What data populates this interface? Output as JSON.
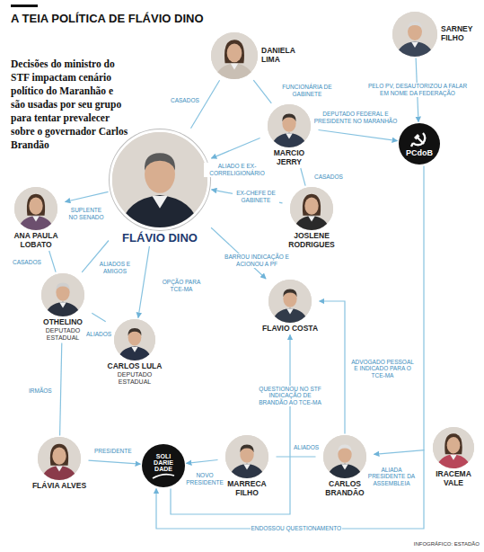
{
  "diagram": {
    "title": "A TEIA POLÍTICA DE FLÁVIO DINO",
    "caption": "Decisões do ministro do STF impactam cenário político do Maranhão e são usadas por seu grupo para tentar prevalecer sobre o governador Carlos Brandão",
    "nodes": [
      {
        "text": [
          "SARNEY FILHO"
        ]
      },
      {
        "text": [
          "DANIELA LIMA"
        ]
      },
      {
        "text": [
          "MARCIO JERRY"
        ]
      },
      {
        "text": [
          "PCdoB"
        ]
      },
      {
        "text": [
          "FLÁVIO DINO"
        ]
      },
      {
        "text": [
          "JOSLENE RODRIGUES"
        ]
      },
      {
        "text": [
          "ANA PAULA LOBATO"
        ]
      },
      {
        "text": [
          "OTHELINO",
          "DEPUTADO ESTADUAL"
        ]
      },
      {
        "text": [
          "CARLOS LULA",
          "DEPUTADO ESTADUAL"
        ]
      },
      {
        "text": [
          "FLAVIO COSTA"
        ]
      },
      {
        "text": [
          "FLÁVIA ALVES"
        ]
      },
      {
        "text": [
          "SOLI DARIE DADE"
        ]
      },
      {
        "text": [
          "MARRECA FILHO"
        ]
      },
      {
        "text": [
          "CARLOS BRANDÃO"
        ]
      },
      {
        "text": [
          "IRACEMA VALE"
        ]
      }
    ],
    "edges": [
      {
        "from": 0,
        "to": 3,
        "label": "PELO PV, DESAUTORIZOU A FALAR EM NOME DA FEDERAÇÃO",
        "arrow": "to"
      },
      {
        "from": 1,
        "to": 4,
        "label": "CASADOS",
        "arrow": "none"
      },
      {
        "from": 1,
        "to": 2,
        "label": "FUNCIONÁRIA DE GABINETE",
        "arrow": "none"
      },
      {
        "from": 2,
        "to": 4,
        "label": "ALIADO E EX-CORRELIGIONÁRIO",
        "arrow": "to"
      },
      {
        "from": 2,
        "to": 3,
        "label": "DEPUTADO FEDERAL E PRESIDENTE NO MARANHÃO",
        "arrow": "to"
      },
      {
        "from": 2,
        "to": 5,
        "label": "CASADOS",
        "arrow": "none"
      },
      {
        "from": 5,
        "to": 4,
        "label": "EX-CHEFE DE GABINETE",
        "arrow": "to"
      },
      {
        "from": 4,
        "to": 6,
        "label": "SUPLENTE NO SENADO",
        "arrow": "to"
      },
      {
        "from": 6,
        "to": 7,
        "label": "CASADOS",
        "arrow": "none"
      },
      {
        "from": 4,
        "to": 7,
        "label": "ALIADOS E AMIGOS",
        "arrow": "none"
      },
      {
        "from": 7,
        "to": 8,
        "label": "ALIADOS",
        "arrow": "none"
      },
      {
        "from": 4,
        "to": 8,
        "label": "OPÇÃO PARA TCE-MA",
        "arrow": "to"
      },
      {
        "from": 4,
        "to": 9,
        "label": "BARROU INDICAÇÃO E ACIONOU A PF",
        "arrow": "to"
      },
      {
        "from": 7,
        "to": 10,
        "label": "IRMÃOS",
        "arrow": "none"
      },
      {
        "from": 10,
        "to": 11,
        "label": "PRESIDENTE",
        "arrow": "to"
      },
      {
        "from": 12,
        "to": 11,
        "label": "NOVO PRESIDENTE",
        "arrow": "to"
      },
      {
        "from": 12,
        "to": 13,
        "label": "ALIADOS",
        "arrow": "none"
      },
      {
        "from": 11,
        "to": 9,
        "label": "QUESTIONOU NO STF INDICAÇÃO DE BRANDÃO AO TCE-MA",
        "arrow": "to"
      },
      {
        "from": 13,
        "to": 9,
        "label": "ADVOGADO PESSOAL E INDICADO PARA O TCE-MA",
        "arrow": "to"
      },
      {
        "from": 14,
        "to": 13,
        "label": "ALIADA PRESIDENTE DA ASSEMBLEIA",
        "arrow": "to"
      },
      {
        "from": 3,
        "to": 11,
        "label": "ENDOSSOU QUESTIONAMENTO",
        "arrow": "to"
      }
    ],
    "labels": [
      "INFOGRÁFICO: ESTADÃO"
    ]
  }
}
